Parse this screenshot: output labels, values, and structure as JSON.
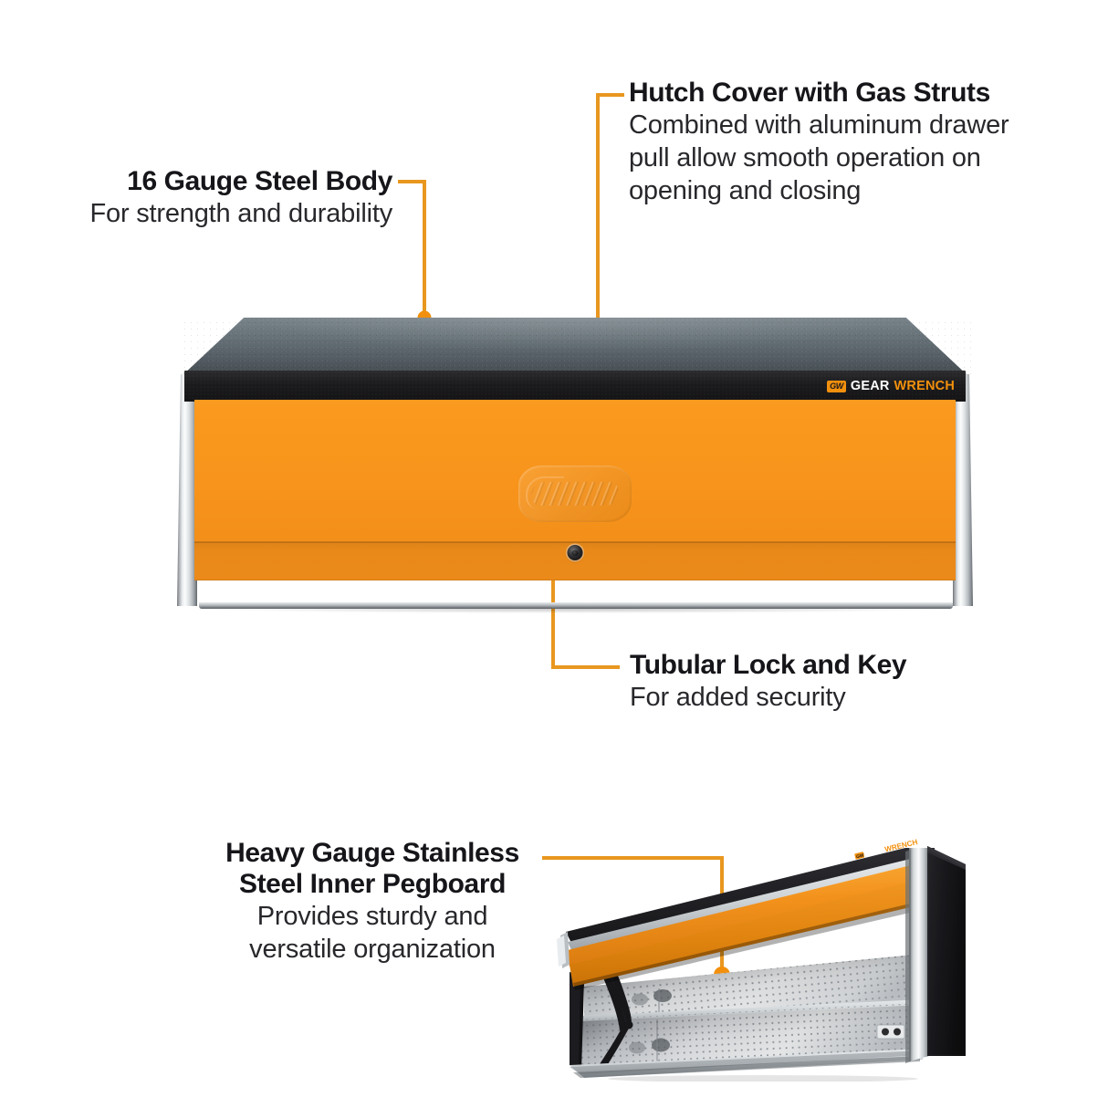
{
  "page": {
    "background_color": "#ffffff",
    "accent_color": "#e8971f",
    "orange": "#f2900d",
    "dark": "#16161a"
  },
  "callouts": [
    {
      "id": "steel-body",
      "title": "16 Gauge Steel Body",
      "body": "For strength and durability",
      "align": "right"
    },
    {
      "id": "hutch-cover",
      "title": "Hutch Cover with Gas Struts",
      "body_lines": [
        "Combined with aluminum drawer",
        "pull allow smooth operation on",
        "opening and closing"
      ],
      "align": "left"
    },
    {
      "id": "tubular-lock",
      "title": "Tubular Lock and Key",
      "body": "For added security",
      "align": "left"
    },
    {
      "id": "pegboard",
      "title_lines": [
        "Heavy Gauge Stainless",
        "Steel Inner Pegboard"
      ],
      "body_lines": [
        "Provides sturdy and",
        "versatile organization"
      ],
      "align": "center"
    }
  ],
  "product": {
    "brand_badge": "GW",
    "brand_part1": "GEAR",
    "brand_part2": "WRENCH",
    "closed": {
      "top_color": "#5d686e",
      "band_color": "#1b1b1d",
      "door_color": "#f8941b",
      "pillar_color": "#e9ecee"
    },
    "open": {
      "side_panel_color": "#1b1b1d",
      "pegboard_color": "#d8dade",
      "cover_underside_color": "#f0901a",
      "strut_color": "#17171a"
    }
  }
}
